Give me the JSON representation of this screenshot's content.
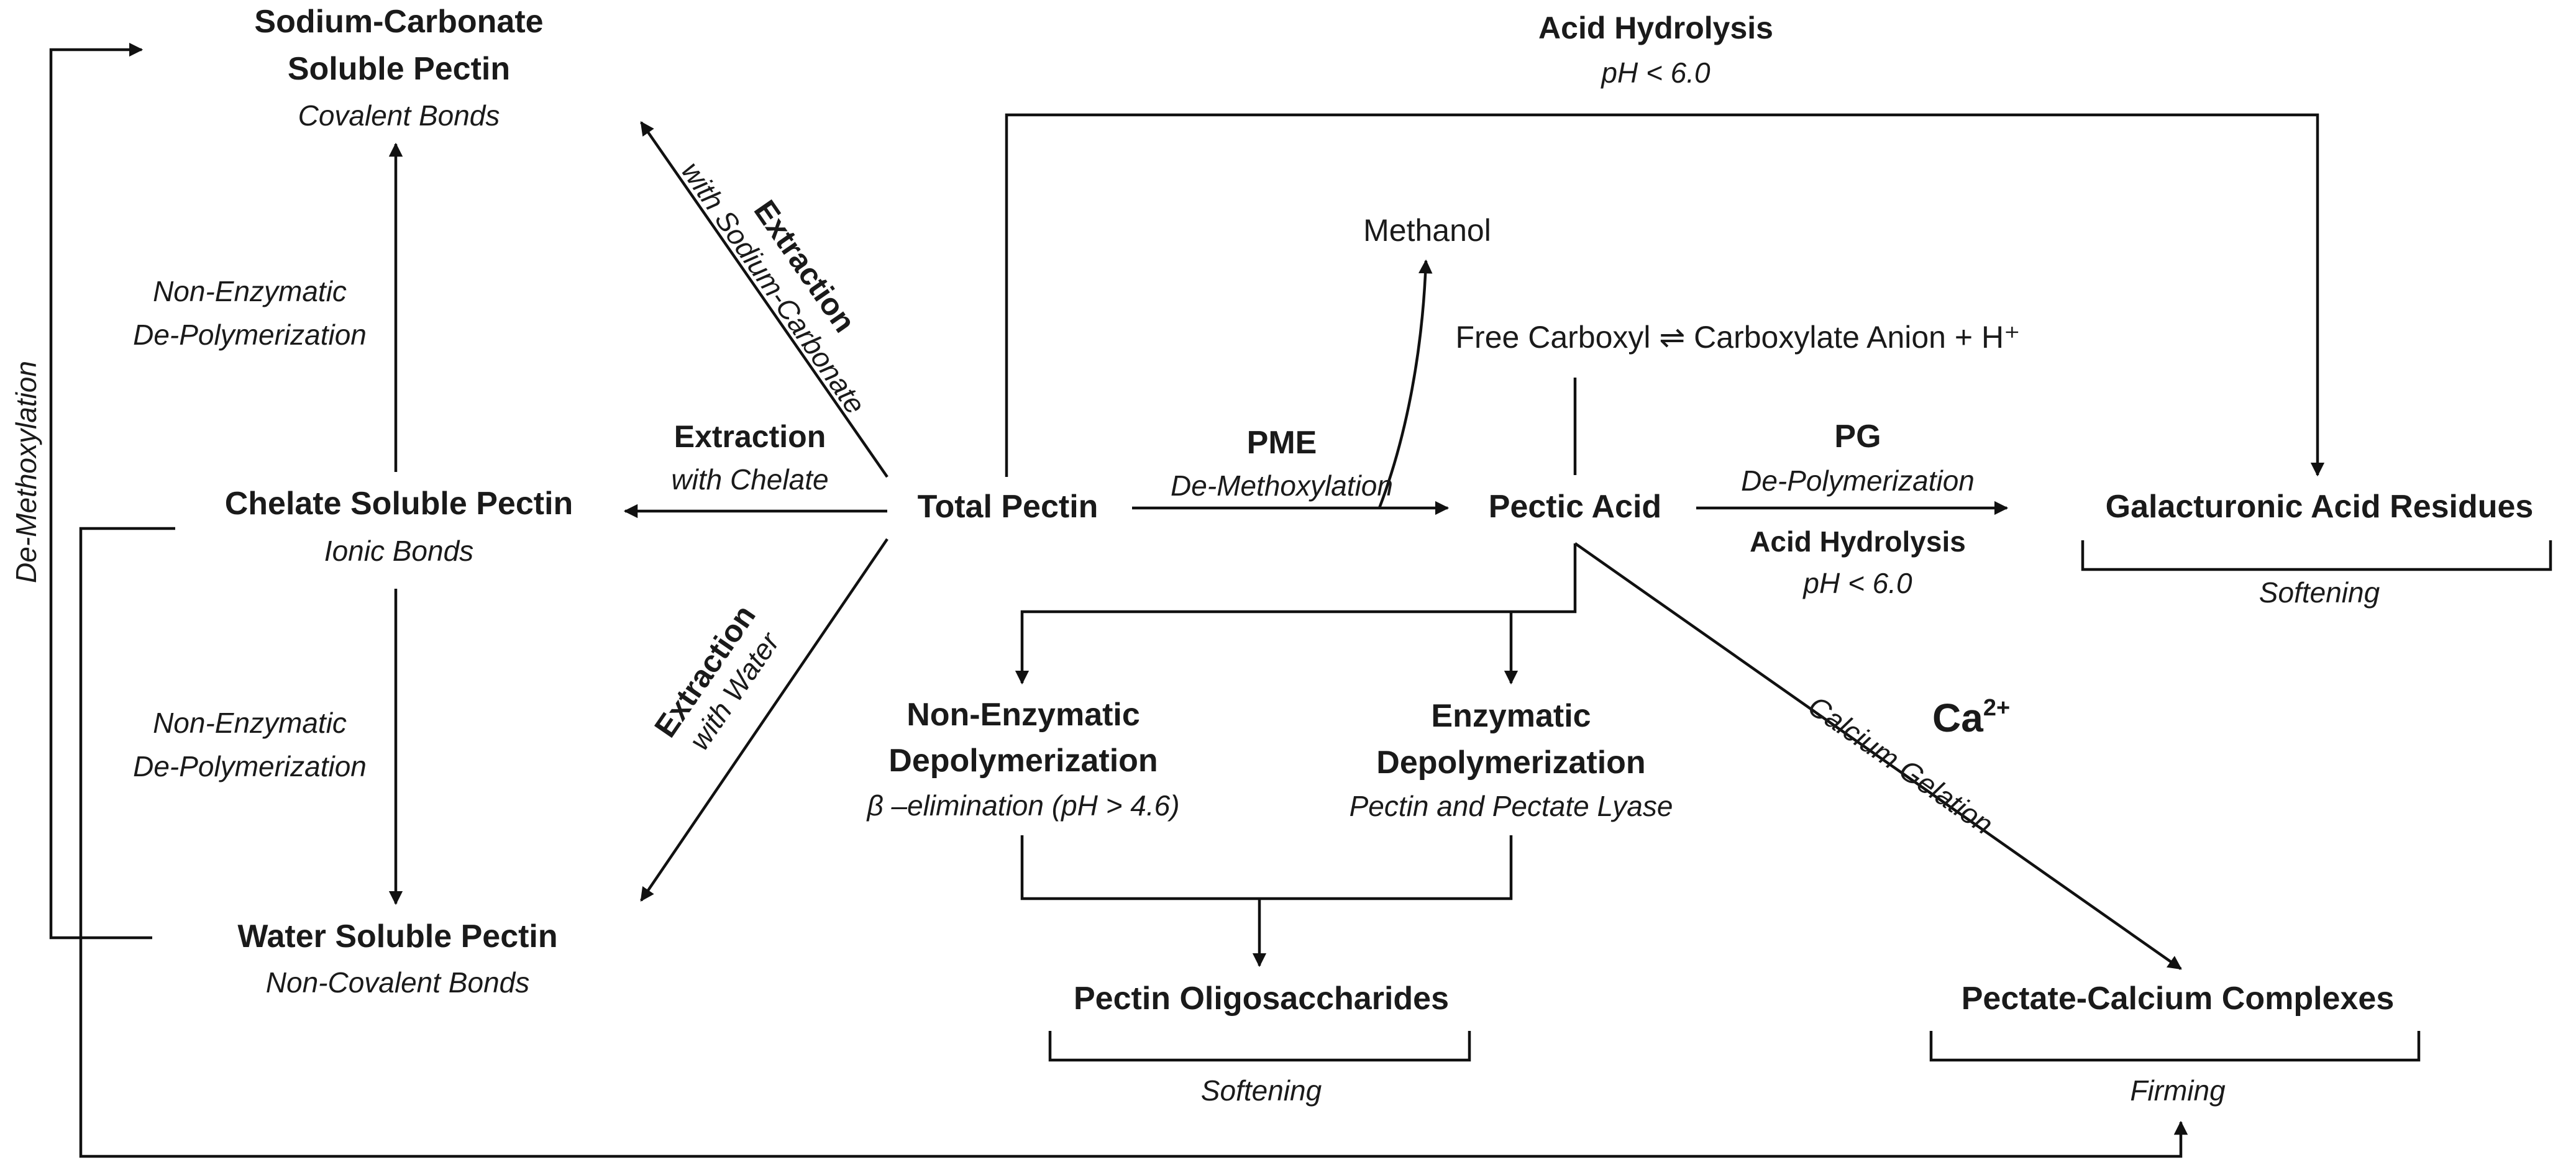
{
  "colors": {
    "ink": "#1a1a1a",
    "line": "#111111",
    "background": "#ffffff"
  },
  "nodes": {
    "sodium_carbonate": {
      "title_line1": "Sodium-Carbonate",
      "title_line2": "Soluble Pectin",
      "subtitle": "Covalent Bonds"
    },
    "chelate": {
      "title": "Chelate Soluble Pectin",
      "subtitle": "Ionic Bonds"
    },
    "water": {
      "title": "Water Soluble Pectin",
      "subtitle": "Non-Covalent Bonds"
    },
    "total": {
      "title": "Total Pectin"
    },
    "pectic_acid": {
      "title": "Pectic Acid"
    },
    "galacturonic": {
      "title": "Galacturonic Acid Residues",
      "note": "Softening"
    },
    "methanol": {
      "title": "Methanol"
    },
    "carboxyl": {
      "text": "Free Carboxyl ⇌ Carboxylate Anion + H⁺"
    },
    "non_enzymatic": {
      "title_line1": "Non-Enzymatic",
      "title_line2": "Depolymerization",
      "subtitle": "β –elimination (pH > 4.6)"
    },
    "enzymatic": {
      "title_line1": "Enzymatic",
      "title_line2": "Depolymerization",
      "subtitle": "Pectin and Pectate Lyase"
    },
    "oligosaccharides": {
      "title": "Pectin Oligosaccharides",
      "note": "Softening"
    },
    "calcium_complexes": {
      "title": "Pectate-Calcium Complexes",
      "note": "Firming"
    }
  },
  "edges": {
    "acid_hydrolysis_top": {
      "title": "Acid Hydrolysis",
      "condition": "pH < 6.0"
    },
    "extraction_sodium": {
      "title": "Extraction",
      "subtitle": "with Sodium-Carbonate"
    },
    "extraction_chelate": {
      "title": "Extraction",
      "subtitle": "with Chelate"
    },
    "extraction_water": {
      "title": "Extraction",
      "subtitle": "with Water"
    },
    "pme": {
      "title": "PME",
      "subtitle": "De-Methoxylation"
    },
    "pg": {
      "title": "PG",
      "subtitle": "De-Polymerization",
      "title2": "Acid Hydrolysis",
      "condition": "pH < 6.0"
    },
    "calcium": {
      "ion": "Ca",
      "charge": "2+",
      "subtitle": "Calcium Gelation"
    },
    "nonenz_upper": {
      "line1": "Non-Enzymatic",
      "line2": "De-Polymerization"
    },
    "nonenz_lower": {
      "line1": "Non-Enzymatic",
      "line2": "De-Polymerization"
    },
    "de_methoxylation_side": {
      "label": "De-Methoxylation"
    }
  }
}
